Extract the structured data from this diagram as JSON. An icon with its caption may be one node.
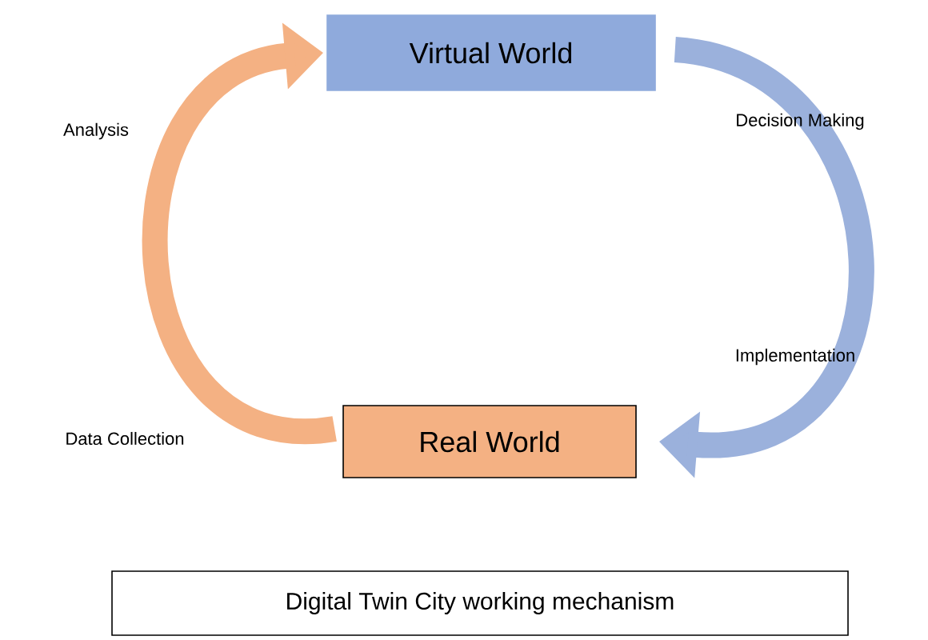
{
  "diagram": {
    "nodes": [
      {
        "text": [
          "Virtual World"
        ]
      },
      {
        "text": [
          "Real World"
        ]
      },
      {
        "text": [
          "Digital Twin City working mechanism"
        ]
      }
    ],
    "edges": [
      {
        "from": 1,
        "to": 0,
        "arrow": "to",
        "color": "#f4b183"
      },
      {
        "from": 0,
        "to": 1,
        "arrow": "to",
        "color": "#9bb1dc"
      }
    ],
    "labels": [
      "Analysis",
      "Decision Making",
      "Implementation",
      "Data Collection"
    ]
  }
}
